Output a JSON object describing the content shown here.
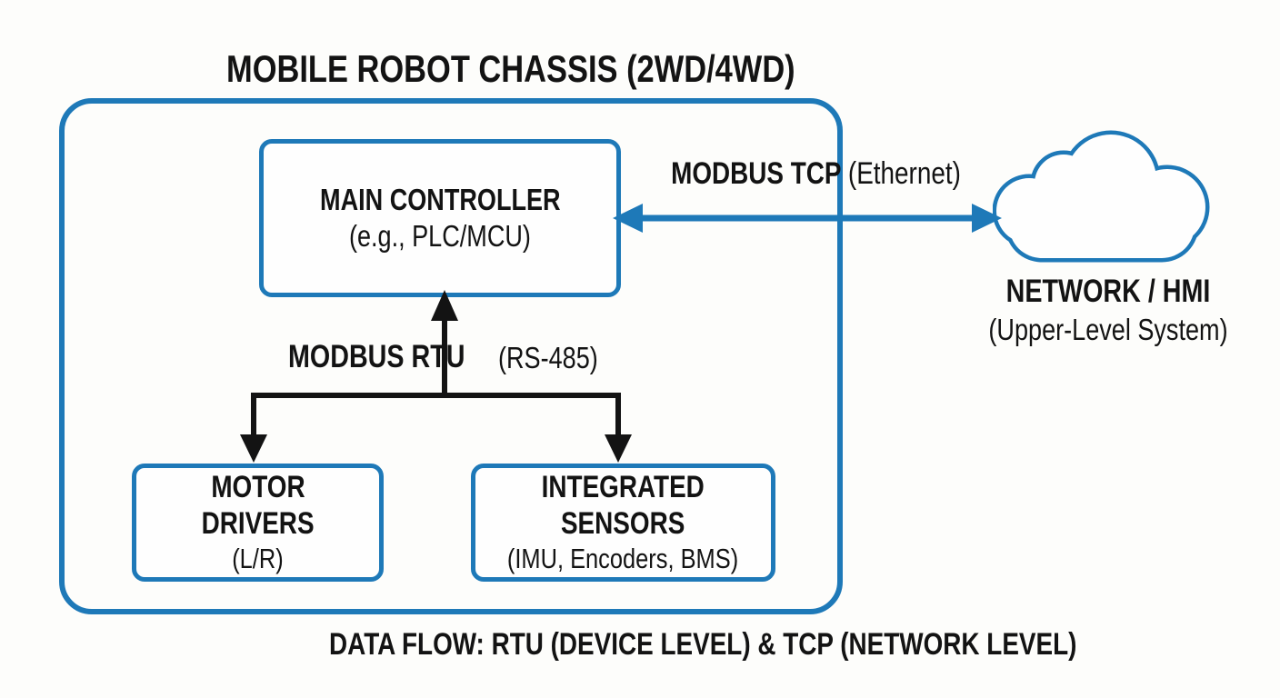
{
  "colors": {
    "accent_blue": "#1e79b8",
    "line_black": "#131313",
    "background": "#fdfdfb"
  },
  "title": "MOBILE ROBOT CHASSIS (2WD/4WD)",
  "chassis": {
    "main_controller": {
      "name": "MAIN CONTROLLER",
      "subtitle": "(e.g., PLC/MCU)"
    },
    "motor_drivers": {
      "name_line1": "MOTOR",
      "name_line2": "DRIVERS",
      "subtitle": "(L/R)"
    },
    "integrated_sensors": {
      "name_line1": "INTEGRATED",
      "name_line2": "SENSORS",
      "subtitle": "(IMU, Encoders, BMS)"
    },
    "rtu_link": {
      "label_bold": "MODBUS RTU",
      "label_note": "(RS-485)"
    }
  },
  "tcp_link": {
    "label_bold": "MODBUS TCP",
    "label_note": "(Ethernet)"
  },
  "network": {
    "name": "NETWORK / HMI",
    "subtitle": "(Upper-Level System)"
  },
  "caption": "DATA FLOW: RTU (DEVICE LEVEL) & TCP (NETWORK LEVEL)"
}
